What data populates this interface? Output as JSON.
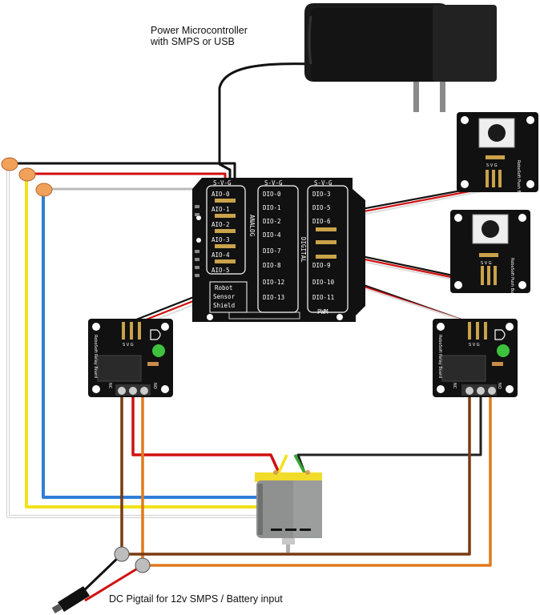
{
  "labels": {
    "power_line1": "Power Microcontroller",
    "power_line2": "with SMPS or USB",
    "dc_input": "DC Pigtail for 12v SMPS / Battery input"
  },
  "shield": {
    "analog_header": "S-V-G",
    "digital_header_1": "S-V-G",
    "digital_header_2": "S-V-G",
    "analog_pins": [
      "AIO-0",
      "AIO-1",
      "AIO-2",
      "AIO-3",
      "AIO-4",
      "AIO-5"
    ],
    "digital_pins_left": [
      "DIO-0",
      "DIO-1",
      "DIO-2",
      "DIO-4",
      "DIO-7",
      "DIO-8",
      "DIO-12",
      "DIO-13"
    ],
    "digital_pins_right": [
      "DIO-3",
      "DIO-5",
      "DIO-6",
      "DIO-9",
      "DIO-10",
      "DIO-11"
    ],
    "analog_side_label": "ANALOG",
    "digital_side_label": "DIGITAL",
    "pwm_label": "PWM",
    "logo_line1": "Robot",
    "logo_line2": "Sensor",
    "logo_line3": "Shield"
  },
  "relay": {
    "pin_labels": "S V G",
    "nc": "NC",
    "no": "NO",
    "board_name": "RoboSoft Relay Board"
  },
  "button_board": {
    "pin_labels": "S V G",
    "name": "RoboSoft Push Button"
  },
  "colors": {
    "pcb": "#111111",
    "wire_red": "#d01010",
    "wire_yellow": "#f2e21a",
    "wire_blue": "#2f7fd6",
    "wire_brown": "#7a3b10",
    "wire_orange": "#e07a1c",
    "wire_green": "#33a532",
    "motor_gold": "#f1dc2a",
    "motor_gray": "#8f9090",
    "connector_orange": "#f2a15a"
  }
}
